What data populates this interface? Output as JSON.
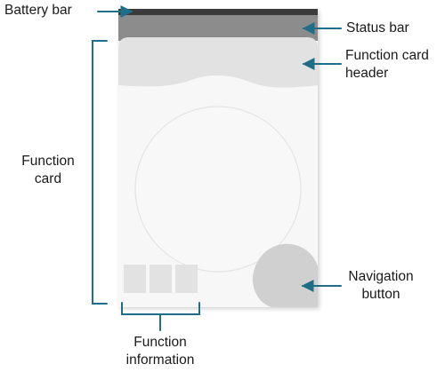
{
  "labels": {
    "battery_bar": "Battery bar",
    "status_bar": "Status bar",
    "function_card_header": {
      "line1": "Function card",
      "line2": "header"
    },
    "function_card": {
      "line1": "Function",
      "line2": "card"
    },
    "navigation_button": {
      "line1": "Navigation",
      "line2": "button"
    },
    "function_information": {
      "line1": "Function",
      "line2": "information"
    }
  },
  "colors": {
    "callout_line": "#1f6e87",
    "battery_bar": "#3a3a3a",
    "status_bar": "#8c8c8c",
    "card_header": "#e2e2e2",
    "card_body": "#f7f7f7",
    "info_tile": "#e2e2e2",
    "nav_button": "#d0d0d0"
  }
}
